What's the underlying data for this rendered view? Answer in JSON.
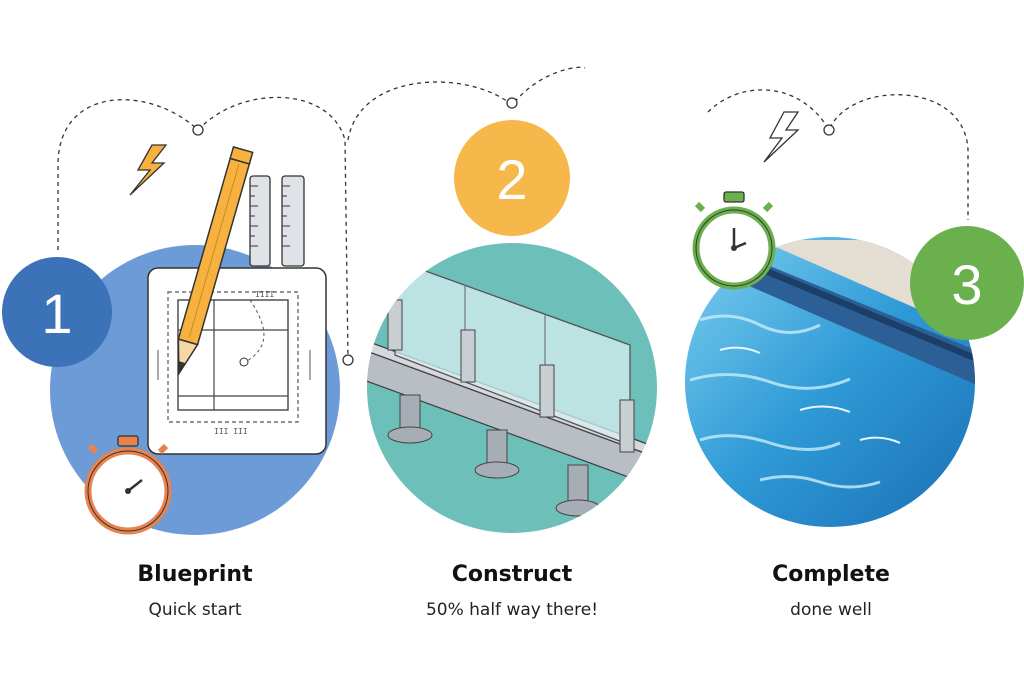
{
  "steps": [
    {
      "number": "1",
      "title": "Blueprint",
      "subtitle": "Quick start",
      "color": "#3b72b8"
    },
    {
      "number": "2",
      "title": "Construct",
      "subtitle": "50% half way there!",
      "color": "#f7b84b"
    },
    {
      "number": "3",
      "title": "Complete",
      "subtitle": "done well",
      "color": "#6ab04c"
    }
  ],
  "colors": {
    "step1_circle": "#6c9bd8",
    "step2_circle": "#6dbfba",
    "step3_water": "#2f9ad6",
    "timer1": "#e8834f",
    "timer3": "#6ab04c",
    "pencil": "#f6b13f",
    "bolt": "#f6b13f"
  },
  "icons": [
    "pencil-icon",
    "ruler-icon",
    "lightning-bolt-icon",
    "stopwatch-icon",
    "blueprint-sheet-icon"
  ]
}
